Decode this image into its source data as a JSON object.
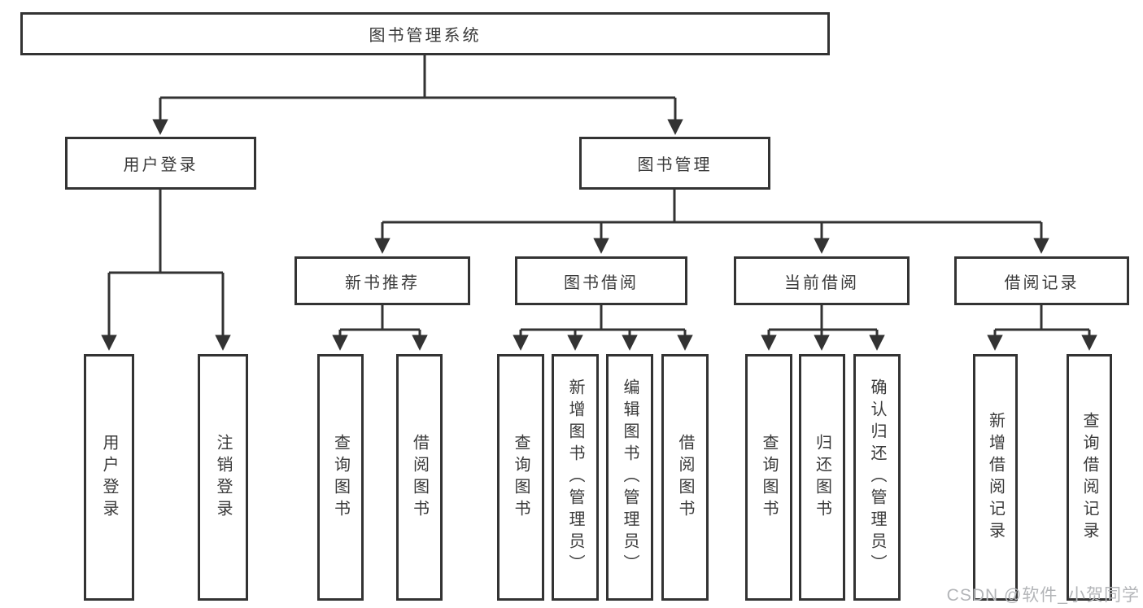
{
  "diagram": {
    "root": {
      "label": "图书管理系统",
      "children": [
        {
          "label": "用户登录",
          "children": [
            {
              "label": "用户登录"
            },
            {
              "label": "注销登录"
            }
          ]
        },
        {
          "label": "图书管理",
          "children": [
            {
              "label": "新书推荐",
              "children": [
                {
                  "label": "查询图书"
                },
                {
                  "label": "借阅图书"
                }
              ]
            },
            {
              "label": "图书借阅",
              "children": [
                {
                  "label": "查询图书"
                },
                {
                  "label": "新增图书（管理员）"
                },
                {
                  "label": "编辑图书（管理员）"
                },
                {
                  "label": "借阅图书"
                }
              ]
            },
            {
              "label": "当前借阅",
              "children": [
                {
                  "label": "查询图书"
                },
                {
                  "label": "归还图书"
                },
                {
                  "label": "确认归还（管理员）"
                }
              ]
            },
            {
              "label": "借阅记录",
              "children": [
                {
                  "label": "新增借阅记录"
                },
                {
                  "label": "查询借阅记录"
                }
              ]
            }
          ]
        }
      ]
    }
  },
  "watermark": {
    "text": "CSDN @软件_小贺同学"
  },
  "colors": {
    "line": "#333333",
    "text": "#3a3a3a",
    "background": "#ffffff",
    "watermark": "#b3b5b8"
  }
}
